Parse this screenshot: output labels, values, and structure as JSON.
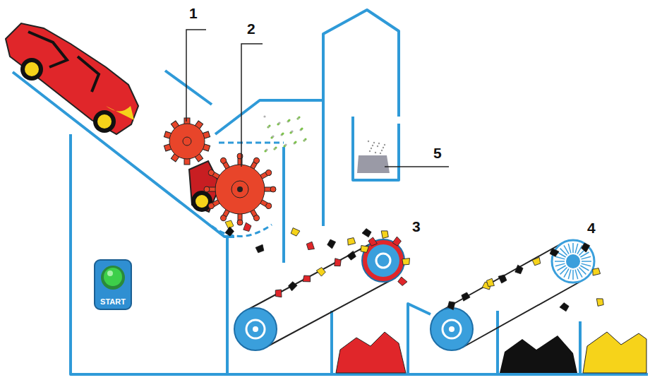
{
  "diagram": {
    "nodes": [
      {
        "text": [
          "START"
        ]
      }
    ],
    "labels": [
      "1",
      "2",
      "3",
      "4",
      "5"
    ]
  }
}
